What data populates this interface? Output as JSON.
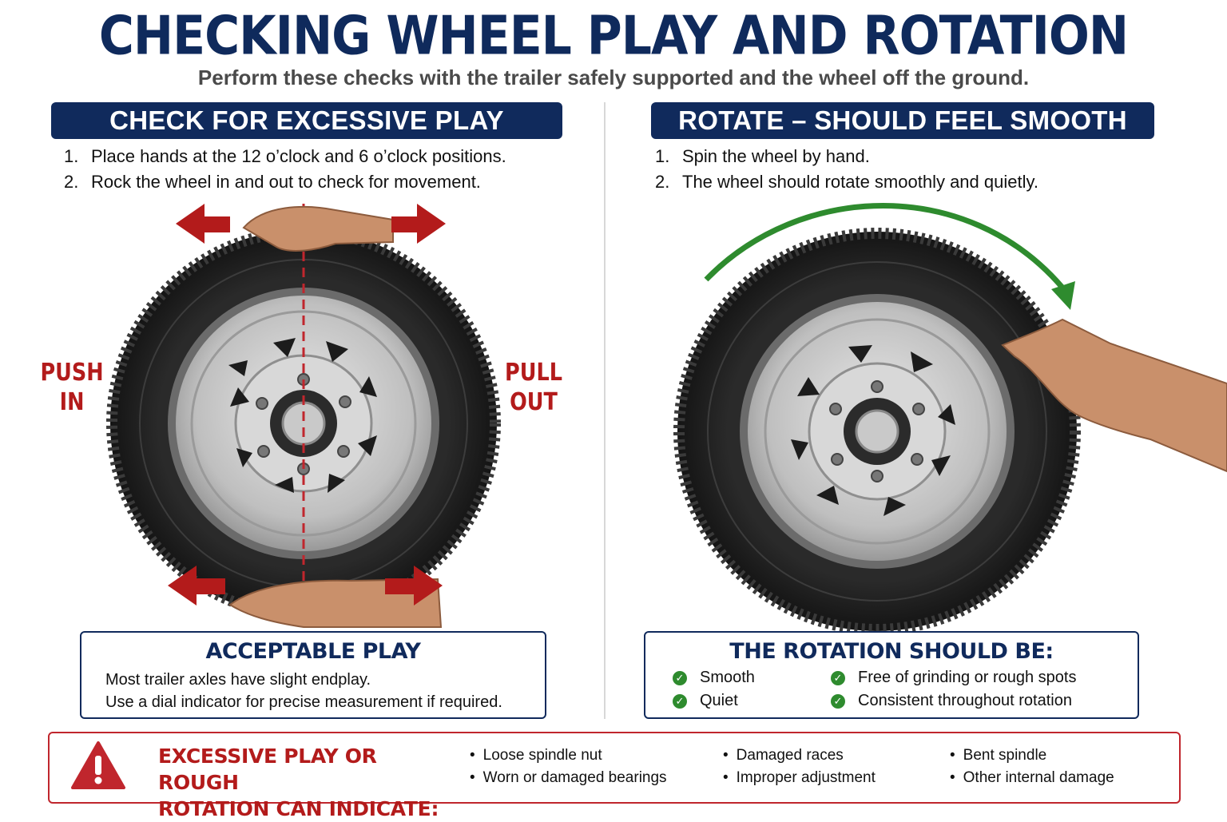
{
  "header": {
    "title": "CHECKING WHEEL PLAY AND ROTATION",
    "subtitle": "Perform these checks with the trailer safely supported and the wheel off the ground."
  },
  "left_section": {
    "title": "CHECK FOR EXCESSIVE PLAY",
    "steps": [
      {
        "num": "1.",
        "text": "Place hands at the 12 o’clock and 6 o’clock positions."
      },
      {
        "num": "2.",
        "text": "Rock the wheel in and out to check for movement."
      }
    ],
    "push_label": [
      "PUSH",
      "IN"
    ],
    "pull_label": [
      "PULL",
      "OUT"
    ],
    "info": {
      "title": "ACCEPTABLE PLAY",
      "lines": [
        "Most trailer axles have slight endplay.",
        "Use a dial indicator for precise measurement if required."
      ]
    }
  },
  "right_section": {
    "title": "ROTATE – SHOULD FEEL SMOOTH",
    "steps": [
      {
        "num": "1.",
        "text": "Spin the wheel by hand."
      },
      {
        "num": "2.",
        "text": "The wheel should rotate smoothly and quietly."
      }
    ],
    "info": {
      "title": "THE ROTATION SHOULD BE:",
      "items": [
        "Smooth",
        "Quiet",
        "Free of grinding or rough spots",
        "Consistent throughout rotation"
      ]
    }
  },
  "warning": {
    "icon": "warning-triangle-icon",
    "title": [
      "EXCESSIVE PLAY OR ROUGH",
      "ROTATION CAN INDICATE:"
    ],
    "causes": [
      "Loose spindle nut",
      "Worn or damaged bearings",
      "Damaged races",
      "Improper adjustment",
      "Bent spindle",
      "Other internal damage"
    ]
  },
  "colors": {
    "navy": "#102a5c",
    "red": "#b31b1b",
    "green": "#2e8b2e"
  }
}
